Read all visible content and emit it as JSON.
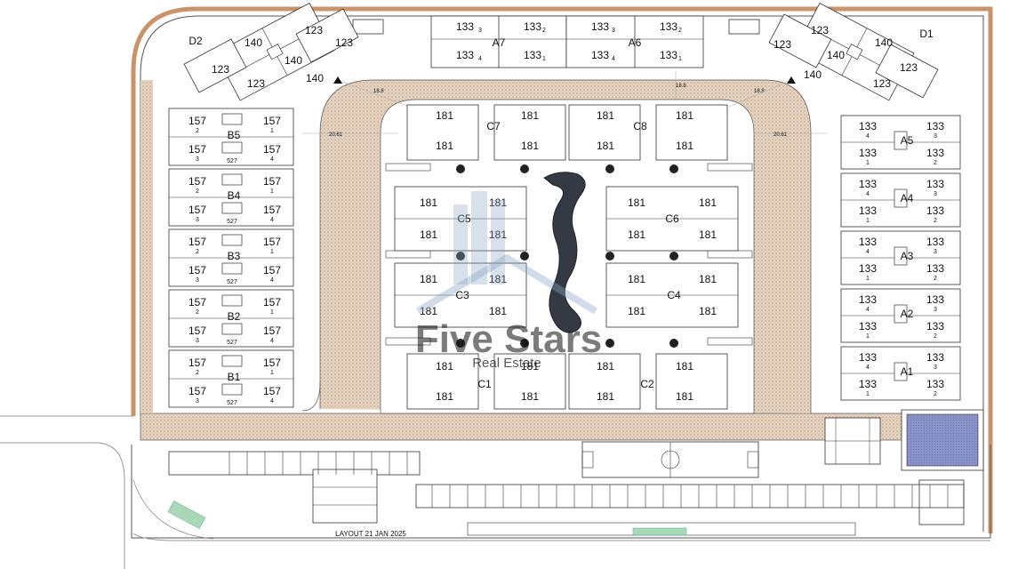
{
  "footer": {
    "layout_label": "LAYOUT 21 JAN 2025"
  },
  "watermark": {
    "title": "Five Stars",
    "subtitle": "Real Estate"
  },
  "road_marks": {
    "a": "20.61",
    "b": "20.61",
    "c": "18.8",
    "d": "18.8",
    "e": "18.8"
  },
  "buildings": {
    "D1": {
      "label": "D1",
      "units": [
        "123",
        "140",
        "123",
        "140",
        "123",
        "140",
        "123"
      ]
    },
    "D2": {
      "label": "D2",
      "units": [
        "140",
        "123",
        "123",
        "140",
        "123",
        "140",
        "123"
      ]
    },
    "A7": {
      "label": "A7",
      "top": [
        "133",
        "133"
      ],
      "top_sub": [
        "3",
        "2"
      ],
      "bottom": [
        "133",
        "133"
      ],
      "bottom_sub": [
        "4",
        "1"
      ]
    },
    "A6": {
      "label": "A6",
      "top": [
        "133",
        "133"
      ],
      "top_sub": [
        "3",
        "2"
      ],
      "bottom": [
        "133",
        "133"
      ],
      "bottom_sub": [
        "4",
        "1"
      ]
    },
    "B": [
      {
        "label": "B5",
        "units": [
          "157",
          "157",
          "157",
          "157"
        ],
        "subs": [
          "2",
          "1",
          "3",
          "4"
        ],
        "core": "527"
      },
      {
        "label": "B4",
        "units": [
          "157",
          "157",
          "157",
          "157"
        ],
        "subs": [
          "2",
          "1",
          "3",
          "4"
        ],
        "core": "527"
      },
      {
        "label": "B3",
        "units": [
          "157",
          "157",
          "157",
          "157"
        ],
        "subs": [
          "2",
          "1",
          "3",
          "4"
        ],
        "core": "527"
      },
      {
        "label": "B2",
        "units": [
          "157",
          "157",
          "157",
          "157"
        ],
        "subs": [
          "2",
          "1",
          "3",
          "4"
        ],
        "core": "527"
      },
      {
        "label": "B1",
        "units": [
          "157",
          "157",
          "157",
          "157"
        ],
        "subs": [
          "2",
          "1",
          "3",
          "4"
        ],
        "core": "527"
      }
    ],
    "A": [
      {
        "label": "A5",
        "units": [
          "133",
          "133",
          "133",
          "133"
        ],
        "subs": [
          "4",
          "3",
          "1",
          "2"
        ]
      },
      {
        "label": "A4",
        "units": [
          "133",
          "133",
          "133",
          "133"
        ],
        "subs": [
          "4",
          "3",
          "1",
          "2"
        ]
      },
      {
        "label": "A3",
        "units": [
          "133",
          "133",
          "133",
          "133"
        ],
        "subs": [
          "4",
          "3",
          "1",
          "2"
        ]
      },
      {
        "label": "A2",
        "units": [
          "133",
          "133",
          "133",
          "133"
        ],
        "subs": [
          "4",
          "3",
          "1",
          "2"
        ]
      },
      {
        "label": "A1",
        "units": [
          "133",
          "133",
          "133",
          "133"
        ],
        "subs": [
          "4",
          "3",
          "1",
          "2"
        ]
      }
    ],
    "C_top": {
      "C7": "C7",
      "C8": "C8",
      "units": [
        "181",
        "181",
        "181",
        "181"
      ]
    },
    "C_side": {
      "C5": "C5",
      "C6": "C6",
      "C3": "C3",
      "C4": "C4",
      "unit": "181"
    },
    "C_bottom": {
      "C1": "C1",
      "C2": "C2",
      "units": [
        "181",
        "181",
        "181",
        "181"
      ]
    }
  }
}
